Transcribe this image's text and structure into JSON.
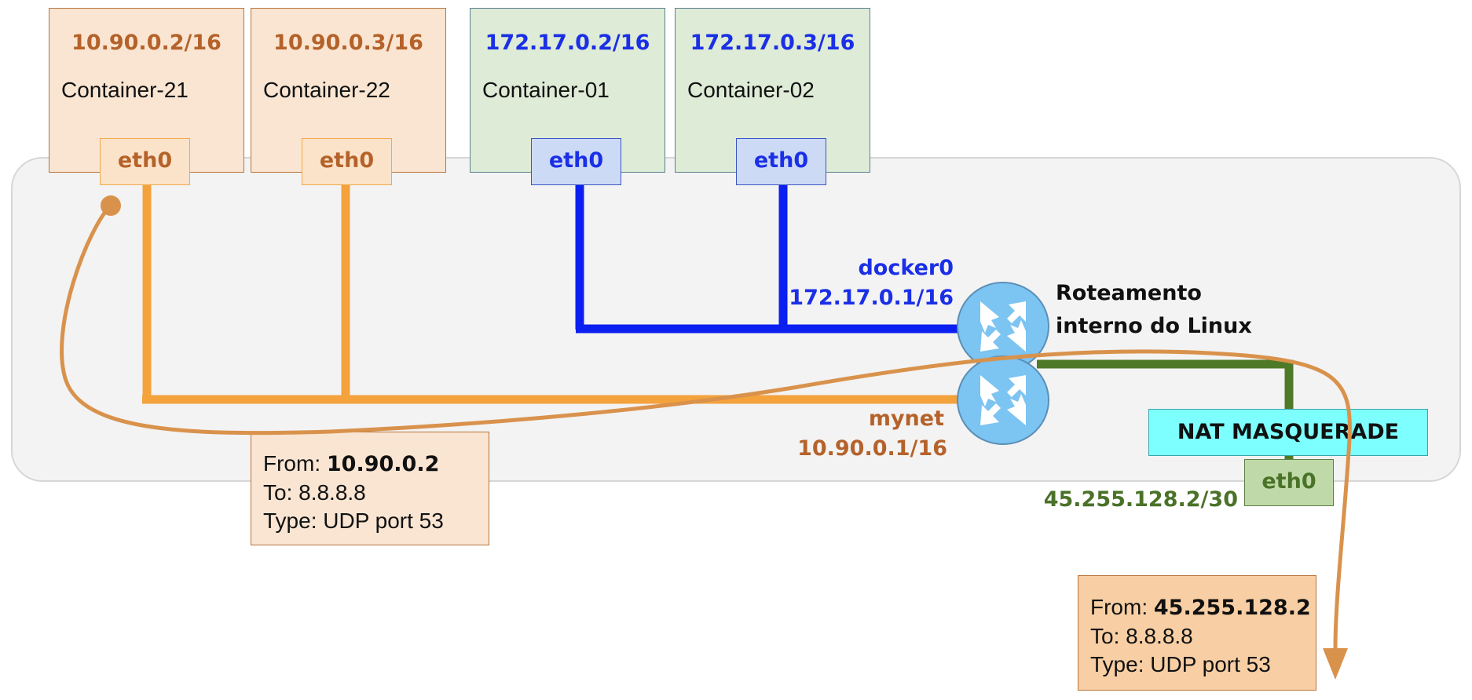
{
  "containers": [
    {
      "ip": "10.90.0.2/16",
      "name": "Container-21",
      "iface": "eth0"
    },
    {
      "ip": "10.90.0.3/16",
      "name": "Container-22",
      "iface": "eth0"
    },
    {
      "ip": "172.17.0.2/16",
      "name": "Container-01",
      "iface": "eth0"
    },
    {
      "ip": "172.17.0.3/16",
      "name": "Container-02",
      "iface": "eth0"
    }
  ],
  "docker0": {
    "name": "docker0",
    "ip": "172.17.0.1/16"
  },
  "mynet": {
    "name": "mynet",
    "ip": "10.90.0.1/16"
  },
  "router": {
    "line1": "Roteamento",
    "line2": "interno do Linux"
  },
  "nat": {
    "label": "NAT MASQUERADE",
    "iface": "eth0",
    "ip": "45.255.128.2/30"
  },
  "packet_before": {
    "from_label": "From: ",
    "from_value": "10.90.0.2",
    "to": "To: 8.8.8.8",
    "type": "Type: UDP port 53"
  },
  "packet_after": {
    "from_label": "From: ",
    "from_value": "45.255.128.2",
    "to": "To: 8.8.8.8",
    "type": "Type: UDP port 53"
  },
  "colors": {
    "orange_bridge": "#f4a23c",
    "blue_bridge": "#0b1ff0",
    "green_link": "#4e7a27",
    "flow_arrow": "#d9924c",
    "router": "#7cc4f2"
  }
}
